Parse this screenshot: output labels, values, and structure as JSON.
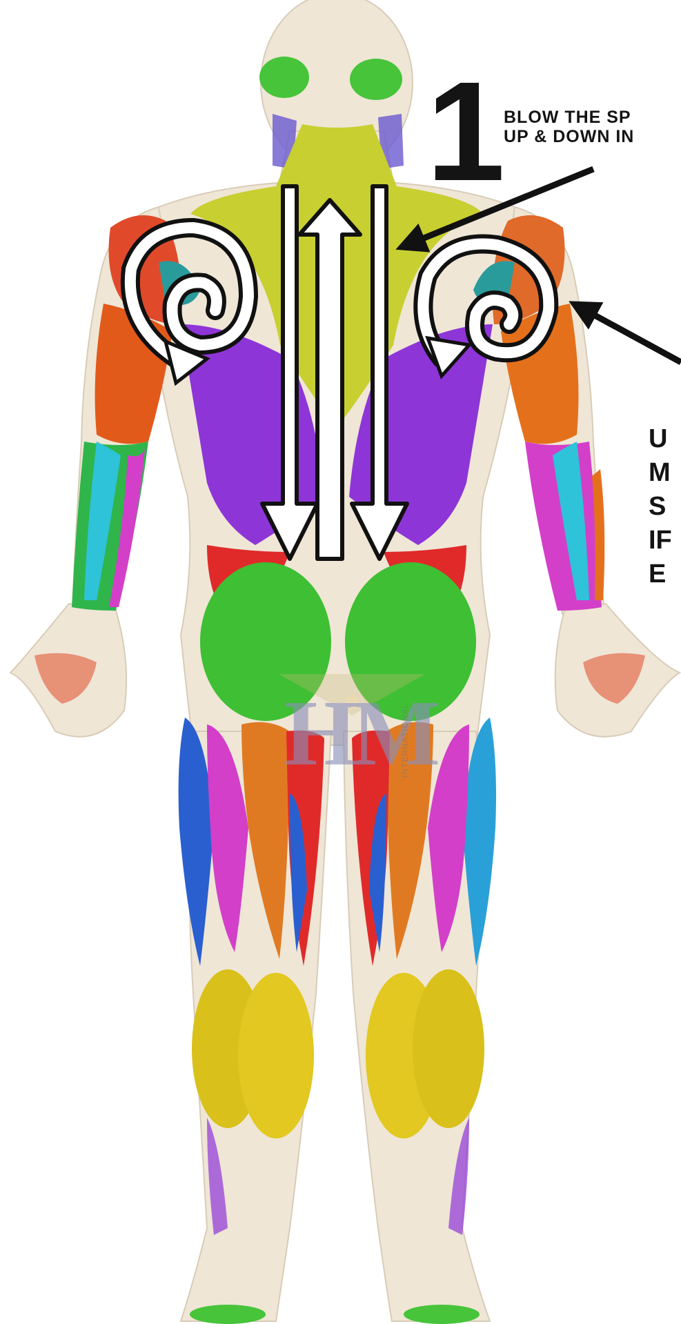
{
  "diagram": {
    "step_number": "1",
    "instruction_top": [
      "BLOW THE SP",
      "UP & DOWN IN"
    ],
    "instruction_side": [
      "U",
      "M",
      "S",
      "IF",
      "E"
    ],
    "watermark": {
      "letters": "HM",
      "side_text": "INTERNATIONAL"
    },
    "icons": {
      "spine_arrows": "up-down-arrows-icon",
      "left_spiral": "circular-arrow-icon",
      "right_spiral": "circular-arrow-icon",
      "pointer": "pointer-arrow-icon"
    },
    "colors": {
      "skin": "#efe6d6",
      "traps": "#c8cf30",
      "lats": "#8e35d8",
      "glutes": "#3fbf34",
      "calves": "#d9c01a",
      "hamstring_magenta": "#d33fc8",
      "hamstring_orange": "#e07a22",
      "hamstring_red": "#e02a2a",
      "hamstring_blue": "#2a5fd0",
      "deltoid": "#e04a2a",
      "forearm_cyan": "#2ec3d8",
      "arrow_outline": "#111111",
      "text": "#141414"
    }
  }
}
